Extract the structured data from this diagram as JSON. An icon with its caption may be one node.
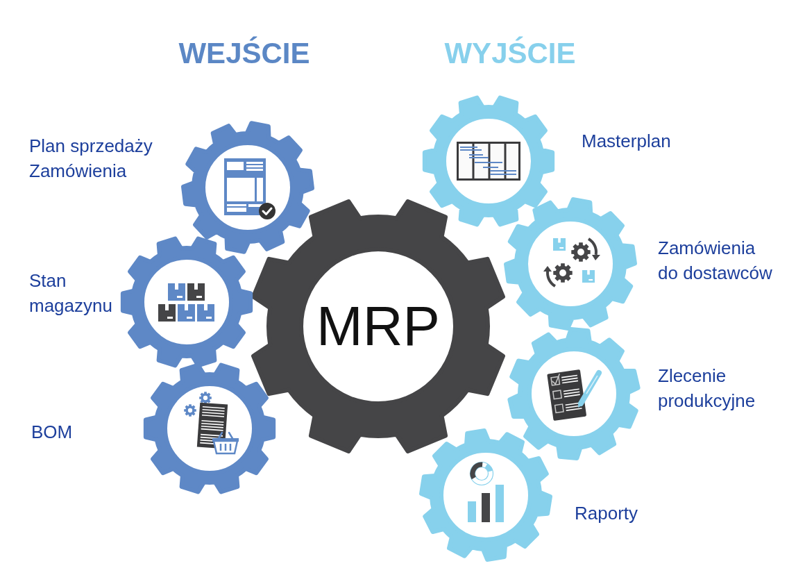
{
  "diagram": {
    "nodes": [
      {
        "text": [],
        "shape": "gear",
        "beside": [
          "Plan sprzedaży",
          "Zamówienia"
        ]
      },
      {
        "text": [],
        "shape": "gear",
        "beside": [
          "Stan magazynu"
        ]
      },
      {
        "text": [],
        "shape": "gear"
      },
      {
        "text": [
          "MRP"
        ]
      },
      {
        "text": [],
        "shape": "gear",
        "beside": [
          "Masterplan"
        ]
      },
      {
        "text": [],
        "shape": "gear",
        "beside": [
          "Zamówienia do dostawców"
        ]
      },
      {
        "text": [],
        "shape": "gear",
        "beside": [
          "Zlecenie produkcyjne"
        ]
      },
      {
        "text": [],
        "shape": "gear",
        "beside": [
          "Raporty"
        ]
      }
    ],
    "labels": [
      "WEJŚCIE",
      "WYJŚCIE",
      "BOM"
    ]
  }
}
